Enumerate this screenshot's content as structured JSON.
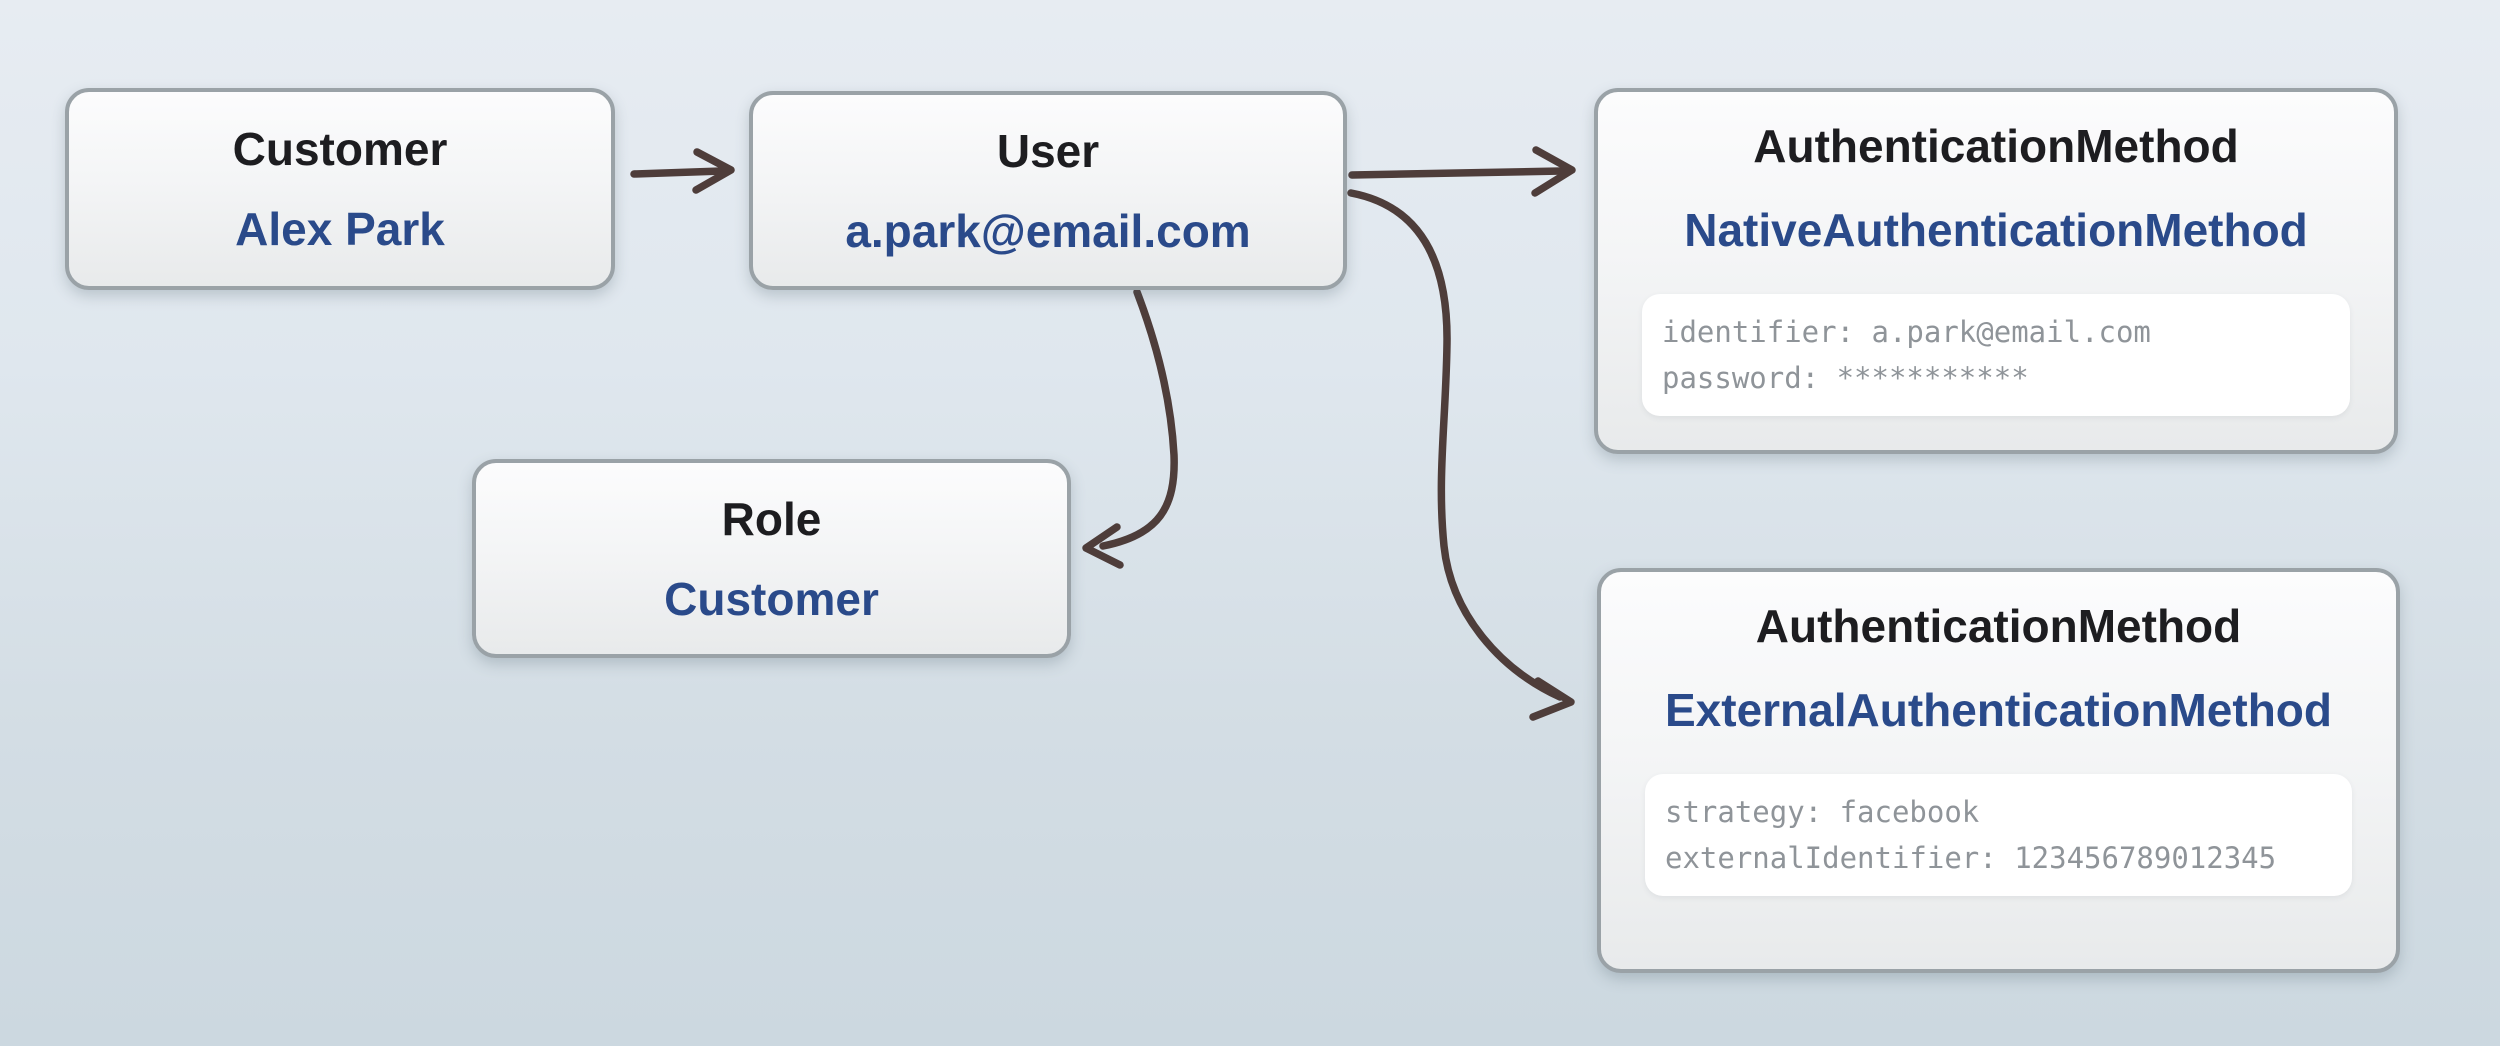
{
  "nodes": {
    "customer": {
      "title": "Customer",
      "value": "Alex Park"
    },
    "user": {
      "title": "User",
      "value": "a.park@email.com"
    },
    "role": {
      "title": "Role",
      "value": "Customer"
    },
    "native_auth": {
      "title": "AuthenticationMethod",
      "value": "NativeAuthenticationMethod",
      "attributes": [
        "identifier: a.park@email.com",
        "password: ***********"
      ]
    },
    "external_auth": {
      "title": "AuthenticationMethod",
      "value": "ExternalAuthenticationMethod",
      "attributes": [
        "strategy: facebook",
        "externalIdentifier: 123456789012345"
      ]
    }
  },
  "relations": [
    "customer -> user",
    "user -> native_auth",
    "user -> role",
    "user -> external_auth"
  ],
  "colors": {
    "background_top": "#e7ecf2",
    "background_bottom": "#ccd8e0",
    "node_border": "#9aa2a7",
    "node_fill_top": "#fcfcfd",
    "node_fill_bottom": "#e8eaeb",
    "title_text": "#1d1d20",
    "value_text": "#2a4a8a",
    "attribute_text": "#8f9499",
    "attribute_card_fill": "#ffffff",
    "arrow": "#4e3d3a"
  }
}
